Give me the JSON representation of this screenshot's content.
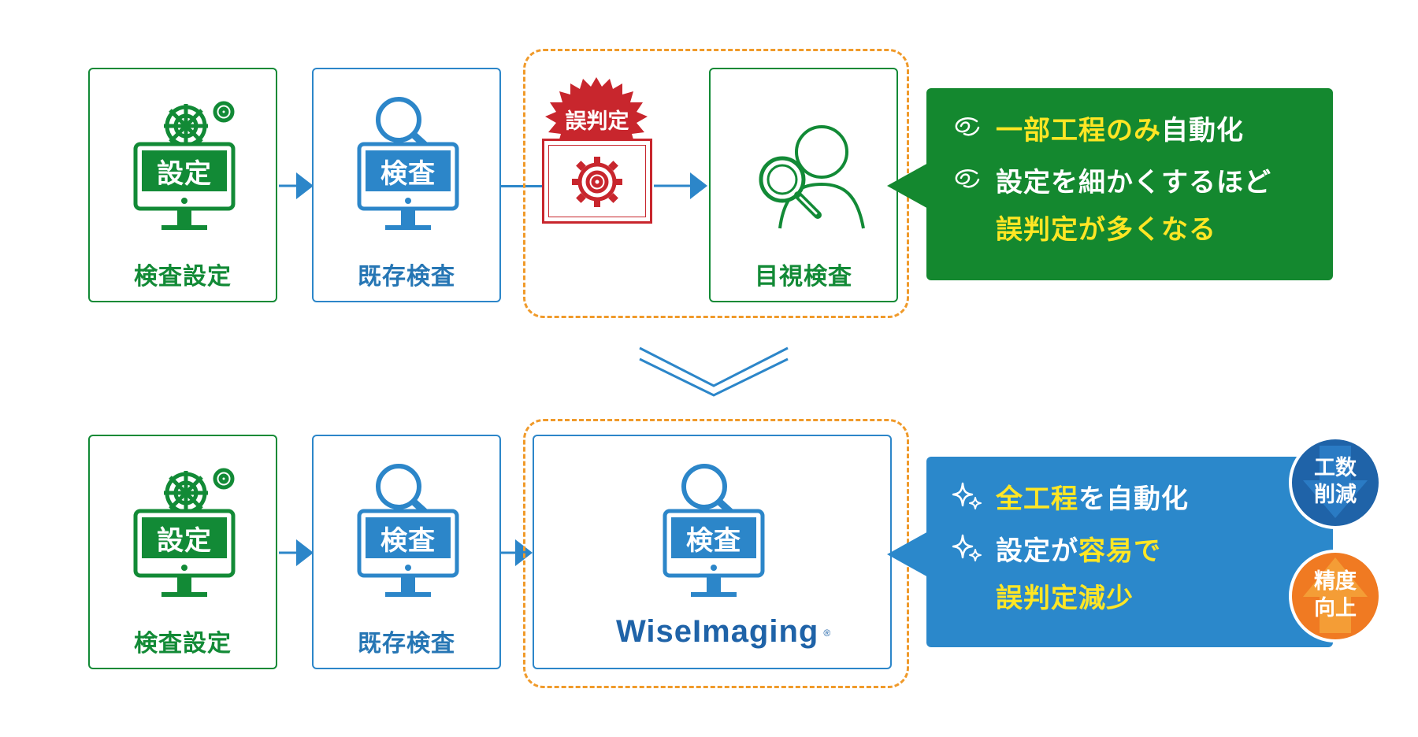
{
  "top_row": {
    "box1": {
      "label": "検査設定",
      "screen": "設定"
    },
    "box2": {
      "label": "既存検査",
      "screen": "検査"
    },
    "stamp": {
      "text": "誤判定"
    },
    "box3": {
      "label": "目視検査"
    }
  },
  "top_callout": {
    "line1_highlight": "一部工程のみ",
    "line1_rest": "自動化",
    "line2": "設定を細かくするほど",
    "line3": "誤判定が多くなる"
  },
  "bottom_row": {
    "box1": {
      "label": "検査設定",
      "screen": "設定"
    },
    "box2": {
      "label": "既存検査",
      "screen": "検査"
    },
    "box3": {
      "screen": "検査",
      "logo": "WiseImaging",
      "logo_mark": "®"
    }
  },
  "bottom_callout": {
    "line1_highlight": "全工程",
    "line1_rest": "を自動化",
    "line2_prefix": "設定が",
    "line2_highlight": "容易で",
    "line3": "誤判定減少"
  },
  "badges": {
    "reduce": {
      "line1": "工数",
      "line2": "削減"
    },
    "improve": {
      "line1": "精度",
      "line2": "向上"
    }
  },
  "colors": {
    "green": "#128a36",
    "blue": "#2c86c9",
    "orange_dash": "#f09a2a",
    "red": "#c8262d",
    "yellow_highlight": "#ffe624",
    "navy_badge": "#1f63a8",
    "orange_badge": "#f07a22"
  },
  "icons": [
    "gear-icon",
    "monitor-icon",
    "magnifier-icon",
    "person-icon",
    "sparkle-icon",
    "double-chevron-down-icon"
  ]
}
